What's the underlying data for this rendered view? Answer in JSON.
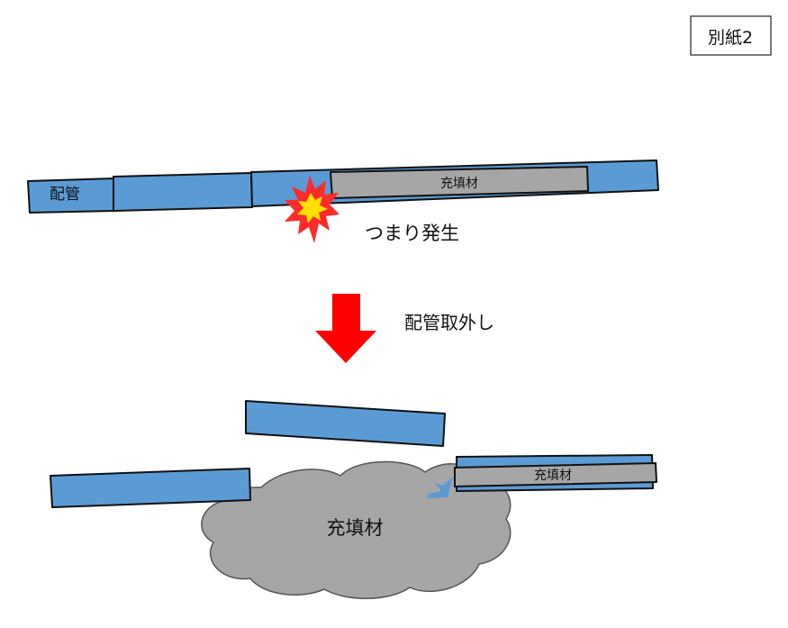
{
  "badge": {
    "label": "別紙2"
  },
  "top_scene": {
    "pipe_label": "配管",
    "filler_label": "充填材",
    "event_label": "つまり発生"
  },
  "transition": {
    "label": "配管取外し"
  },
  "bottom_scene": {
    "filler_label": "充填材",
    "spill_label": "充填材"
  },
  "colors": {
    "pipe": "#5b9bd5",
    "filler": "#a6a6a6",
    "spill": "#a6a6a6",
    "arrow": "#ff0000",
    "burst_outer": "#ff2a2a",
    "burst_inner": "#ffe000"
  }
}
